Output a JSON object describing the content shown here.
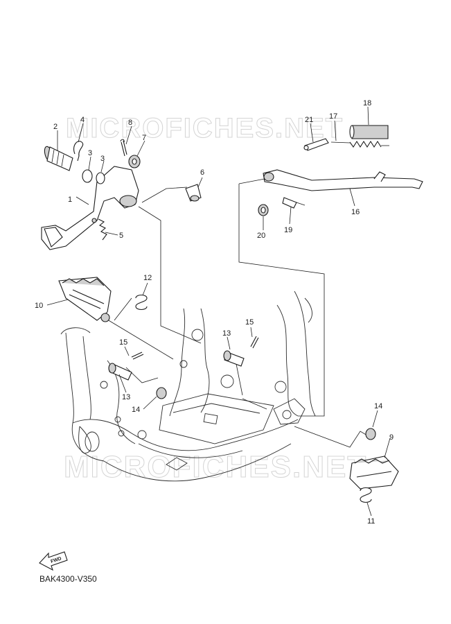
{
  "watermarks": [
    "MICROFICHES.NET",
    "MICROFICHES.NET"
  ],
  "callouts": [
    {
      "id": "c1",
      "label": "1"
    },
    {
      "id": "c2",
      "label": "2"
    },
    {
      "id": "c3a",
      "label": "3"
    },
    {
      "id": "c3b",
      "label": "3"
    },
    {
      "id": "c4",
      "label": "4"
    },
    {
      "id": "c5",
      "label": "5"
    },
    {
      "id": "c6",
      "label": "6"
    },
    {
      "id": "c7",
      "label": "7"
    },
    {
      "id": "c8",
      "label": "8"
    },
    {
      "id": "c9",
      "label": "9"
    },
    {
      "id": "c10",
      "label": "10"
    },
    {
      "id": "c11",
      "label": "11"
    },
    {
      "id": "c12",
      "label": "12"
    },
    {
      "id": "c13a",
      "label": "13"
    },
    {
      "id": "c13b",
      "label": "13"
    },
    {
      "id": "c14a",
      "label": "14"
    },
    {
      "id": "c14b",
      "label": "14"
    },
    {
      "id": "c15a",
      "label": "15"
    },
    {
      "id": "c15b",
      "label": "15"
    },
    {
      "id": "c16",
      "label": "16"
    },
    {
      "id": "c17",
      "label": "17"
    },
    {
      "id": "c18",
      "label": "18"
    },
    {
      "id": "c19",
      "label": "19"
    },
    {
      "id": "c20",
      "label": "20"
    },
    {
      "id": "c21",
      "label": "21"
    }
  ],
  "fwd_label": "FWD",
  "diagram_code": "BAK4300-V350"
}
